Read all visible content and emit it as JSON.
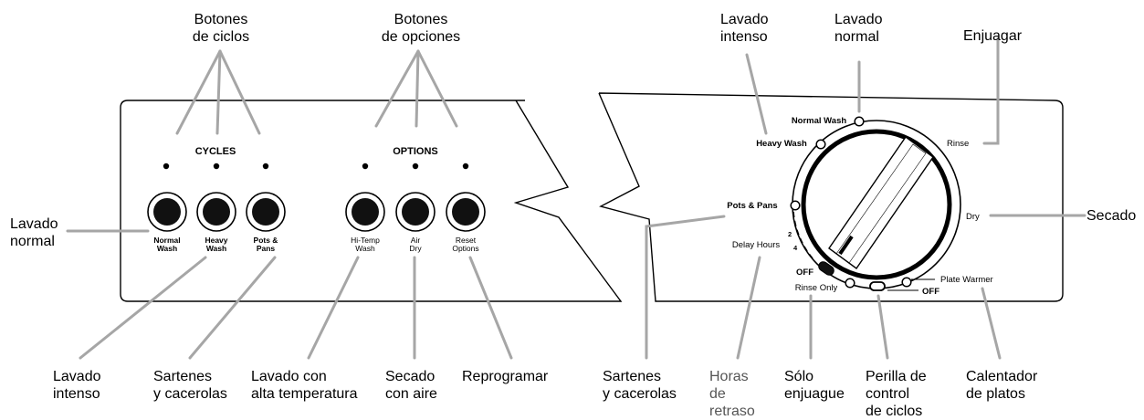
{
  "left_panel": {
    "cycles_title": "CYCLES",
    "options_title": "OPTIONS",
    "buttons": [
      {
        "line1": "Normal",
        "line2": "Wash"
      },
      {
        "line1": "Heavy",
        "line2": "Wash"
      },
      {
        "line1": "Pots &",
        "line2": "Pans"
      },
      {
        "line1": "Hi-Temp",
        "line2": "Wash"
      },
      {
        "line1": "Air",
        "line2": "Dry"
      },
      {
        "line1": "Reset",
        "line2": "Options"
      }
    ]
  },
  "right_panel": {
    "normal_wash": "Normal Wash",
    "heavy_wash": "Heavy Wash",
    "rinse": "Rinse",
    "dry": "Dry",
    "pots_pans": "Pots & Pans",
    "delay_hours": "Delay Hours",
    "delay_2": "2",
    "delay_4": "4",
    "off_left": "OFF",
    "rinse_only": "Rinse Only",
    "off_right": "OFF",
    "plate_warmer": "Plate Warmer"
  },
  "callouts": {
    "botones_ciclos": "Botones\nde ciclos",
    "botones_opciones": "Botones\nde opciones",
    "lavado_normal_left": "Lavado\nnormal",
    "lavado_intenso_bottom": "Lavado\nintenso",
    "sartenes_left": "Sartenes\ny cacerolas",
    "lavado_alta_temp": "Lavado con\nalta temperatura",
    "secado_aire": "Secado\ncon aire",
    "reprogramar": "Reprogramar",
    "lavado_intenso_top": "Lavado\nintenso",
    "lavado_normal_top": "Lavado\nnormal",
    "enjuagar": "Enjuagar",
    "secado": "Secado",
    "sartenes_right": "Sartenes\ny cacerolas",
    "horas_retraso": "Horas\nde\nretraso",
    "solo_enjuague": "Sólo\nenjuague",
    "perilla": "Perilla de\ncontrol\nde ciclos",
    "calentador": "Calentador\nde platos"
  }
}
